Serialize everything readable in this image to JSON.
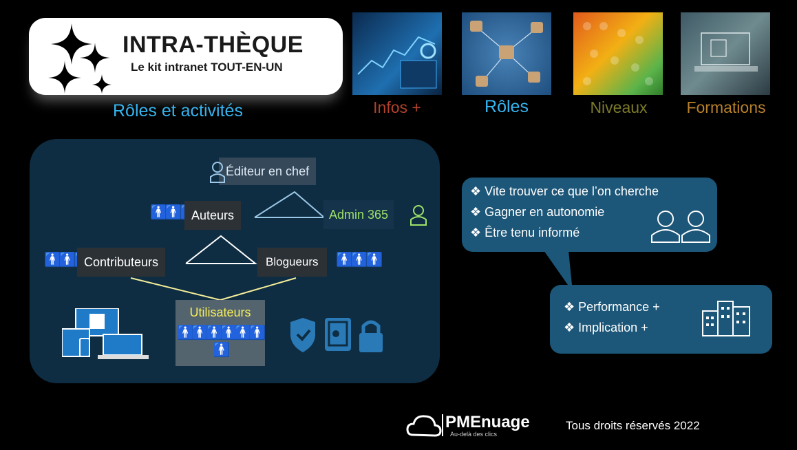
{
  "logo": {
    "title": "INTRA-THÈQUE",
    "subtitle": "Le kit intranet TOUT-EN-UN"
  },
  "section_title": "Rôles et activités",
  "nav": [
    {
      "label": "Infos +",
      "color": "#b0422a"
    },
    {
      "label": "Rôles",
      "color": "#36b4ef"
    },
    {
      "label": "Niveaux",
      "color": "#7c7a2a"
    },
    {
      "label": "Formations",
      "color": "#b8802a"
    }
  ],
  "roles": {
    "editor": "Éditeur en chef",
    "authors": "Auteurs",
    "admin": "Admin 365",
    "contributors": "Contributeurs",
    "bloggers": "Blogueurs",
    "users": "Utilisateurs"
  },
  "bubble": {
    "items": [
      "Vite trouver ce que l’on cherche",
      "Gagner en autonomie",
      "Être tenu informé"
    ]
  },
  "bubble2": {
    "items": [
      "Performance +",
      "Implication +"
    ]
  },
  "footer": {
    "brand": "PMEnuage",
    "tagline": "Au-delà des clics",
    "rights": "Tous droits réservés 2022"
  }
}
